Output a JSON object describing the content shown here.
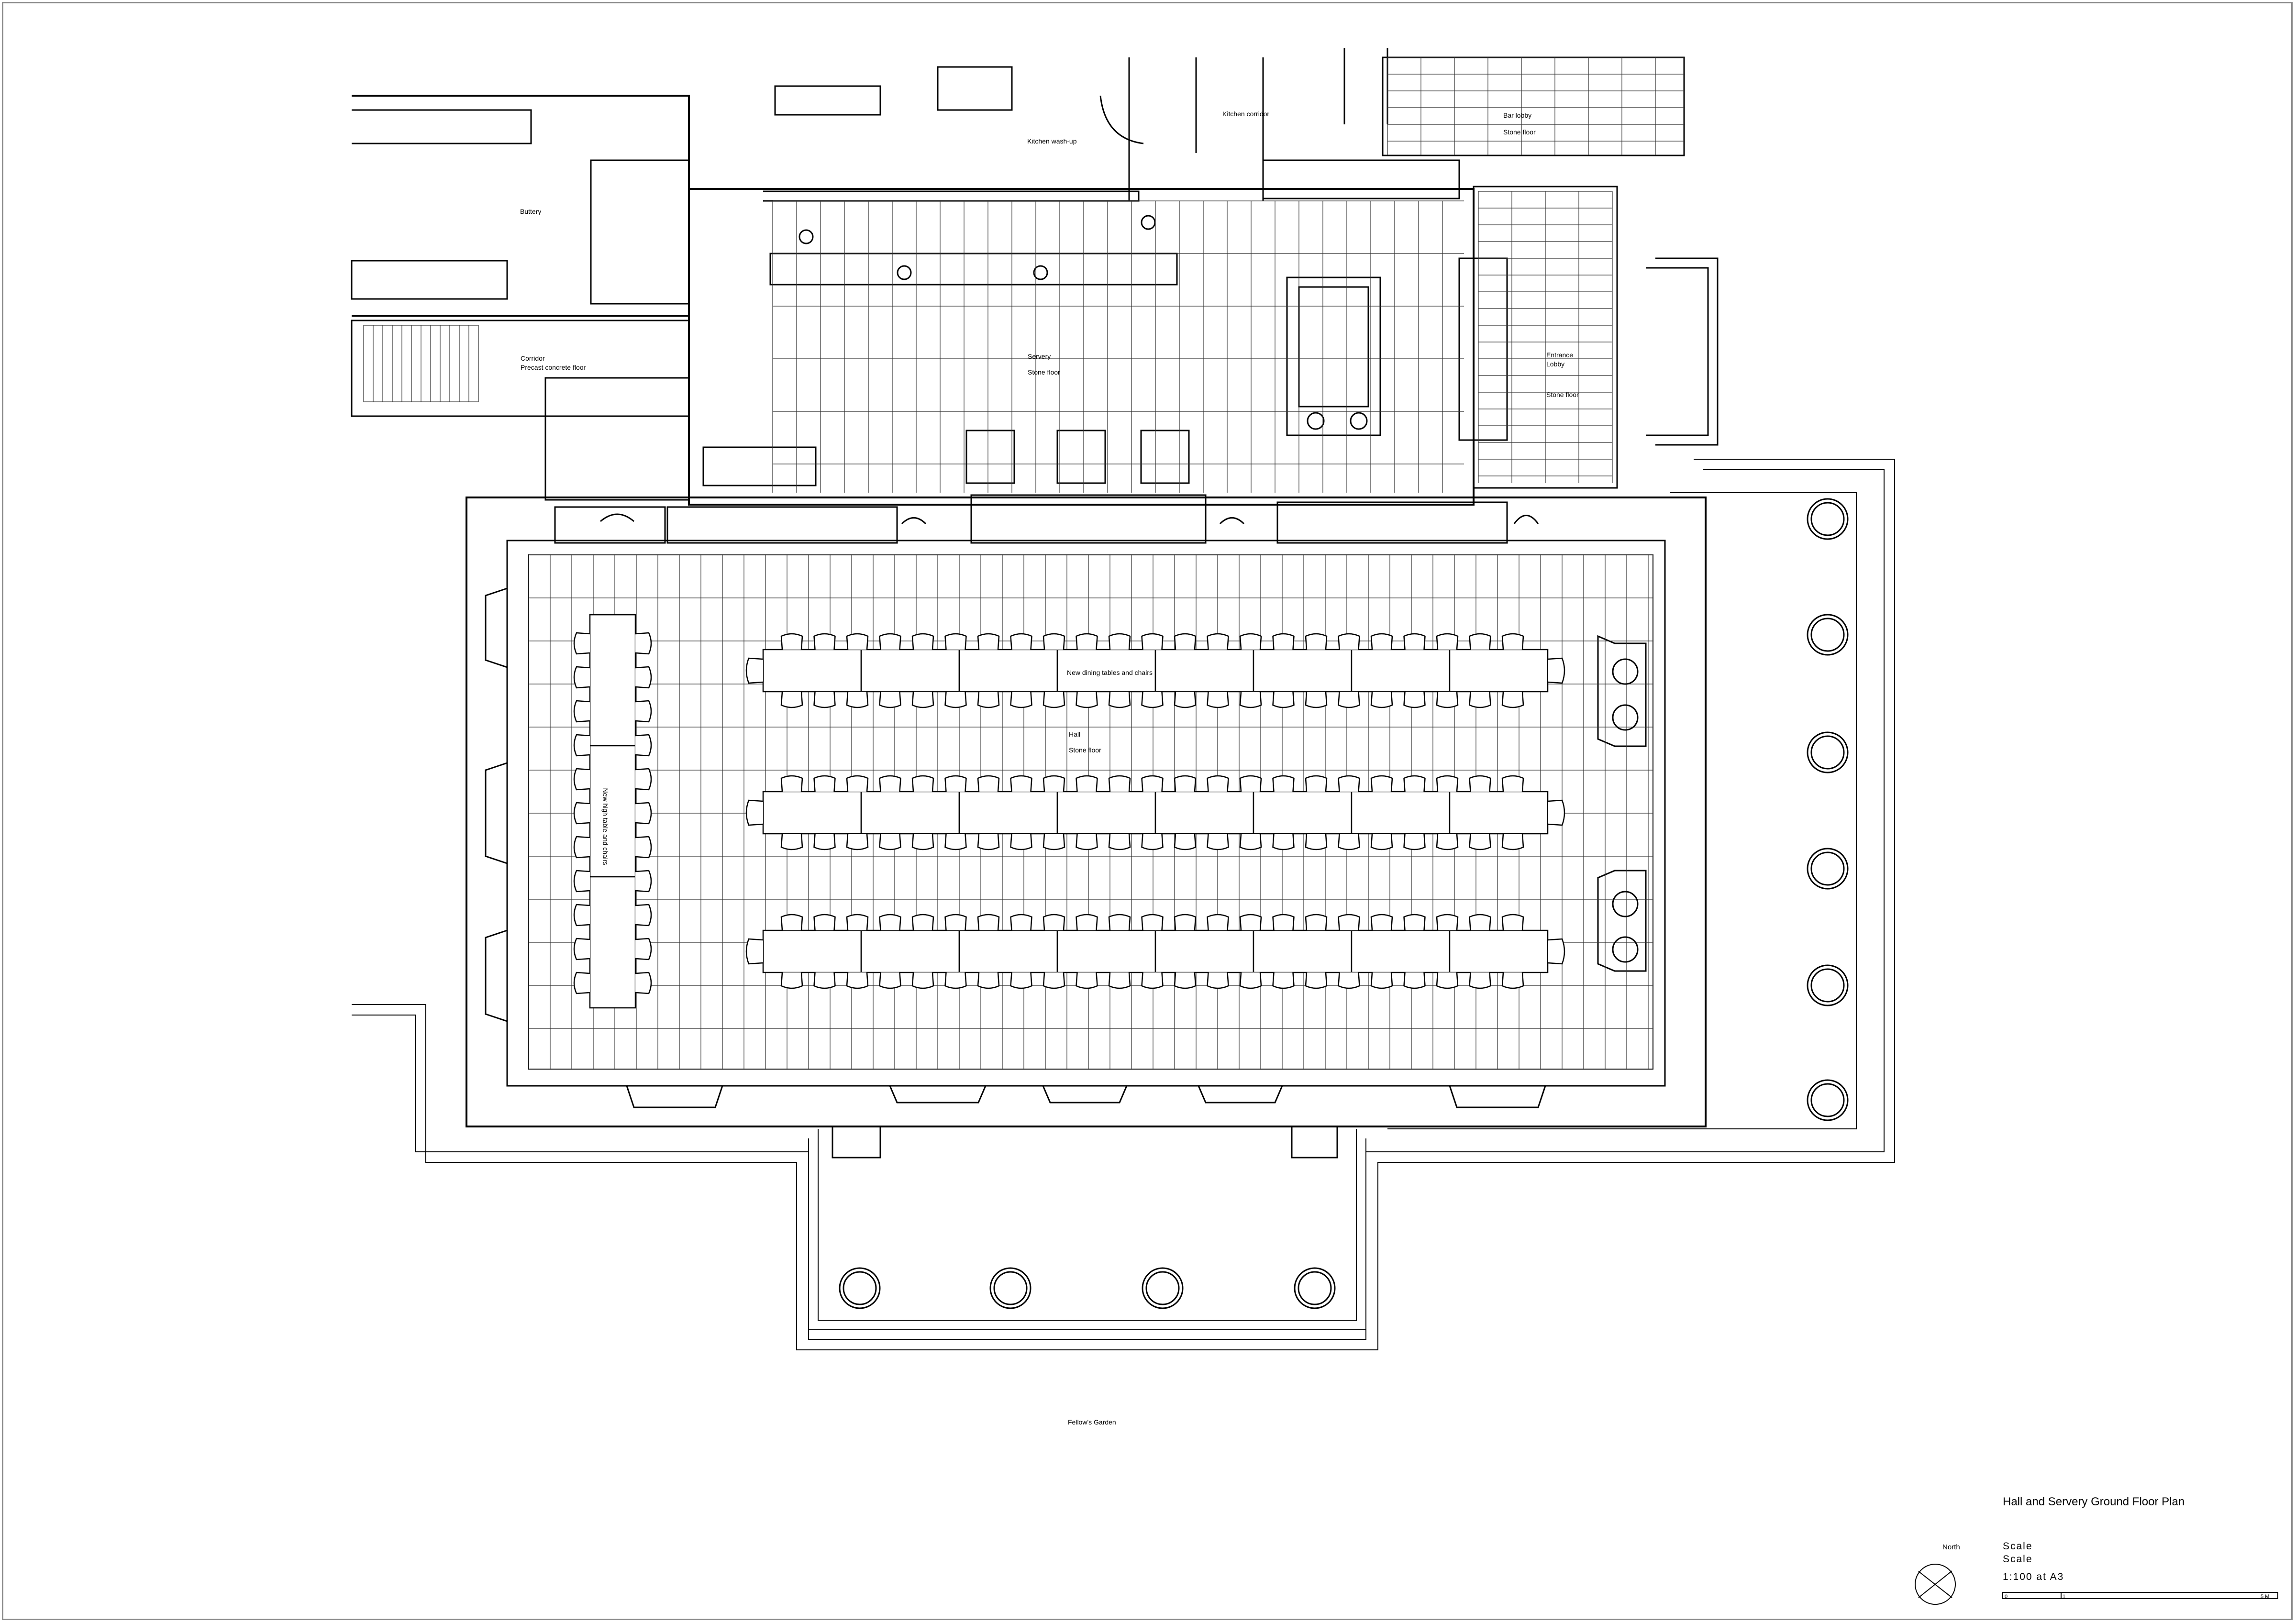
{
  "drawing": {
    "title": "Hall and Servery Ground Floor Plan",
    "scale_heading_1": "Scale",
    "scale_heading_2": "Scale",
    "scale_value": "1:100 at A3",
    "north_label": "North",
    "scale_bar_ticks": [
      "0",
      "1",
      "5 M"
    ]
  },
  "rooms": {
    "kitchen_washup": "Kitchen wash-up",
    "kitchen_corridor": "Kitchen corridor",
    "bar_lobby": "Bar lobby",
    "bar_lobby_floor": "Stone floor",
    "buttery": "Buttery",
    "corridor": "Corridor",
    "corridor_floor": "Precast concrete floor",
    "servery": "Servery",
    "servery_floor": "Stone floor",
    "entrance_lobby_1": "Entrance",
    "entrance_lobby_2": "Lobby",
    "entrance_floor": "Stone floor",
    "dining_tables": "New dining tables and chairs",
    "hall": "Hall",
    "hall_floor": "Stone floor",
    "high_table": "New high table and chairs",
    "garden": "Fellow's Garden"
  },
  "colors": {
    "line": "#000000",
    "paper": "#ffffff",
    "frame": "#8a8a8a",
    "grid": "#333333"
  }
}
